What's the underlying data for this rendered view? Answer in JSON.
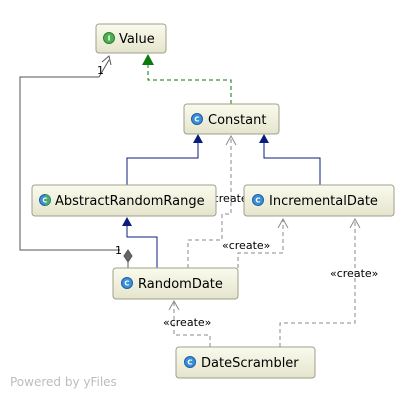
{
  "nodes": {
    "value": {
      "label": "Value",
      "kind": "interface",
      "icon_letter": "I",
      "icon": "interface-icon"
    },
    "constant": {
      "label": "Constant",
      "kind": "class",
      "icon_letter": "C",
      "icon": "class-icon"
    },
    "abstract_random_range": {
      "label": "AbstractRandomRange",
      "kind": "abstract-class",
      "icon_letter": "C",
      "icon": "abstract-class-icon"
    },
    "incremental_date": {
      "label": "IncrementalDate",
      "kind": "class",
      "icon_letter": "C",
      "icon": "class-icon"
    },
    "random_date": {
      "label": "RandomDate",
      "kind": "class",
      "icon_letter": "C",
      "icon": "class-icon"
    },
    "date_scrambler": {
      "label": "DateScrambler",
      "kind": "class",
      "icon_letter": "C",
      "icon": "class-icon"
    }
  },
  "edges": {
    "randomdate_value_multiplicity": "1",
    "randomdate_aggregation_multiplicity": "1",
    "create_randomdate_constant": "«create»",
    "create_randomdate_incrementaldate": "«create»",
    "create_datescrambler_incrementaldate": "«create»",
    "create_datescrambler_randomdate": "«create»"
  },
  "colors": {
    "interface_icon": "#4caf50",
    "class_icon": "#3a8fd8",
    "abstract_icon_fill": "#e8f4ff",
    "realization_arrow": "#0a7a0a",
    "inheritance_arrow": "#0b1d7a",
    "dependency_line": "#8a8a8a",
    "node_fill_top": "#fafaea",
    "node_fill_bottom": "#e6e6cf"
  },
  "footer": {
    "text": "Powered by yFiles"
  }
}
